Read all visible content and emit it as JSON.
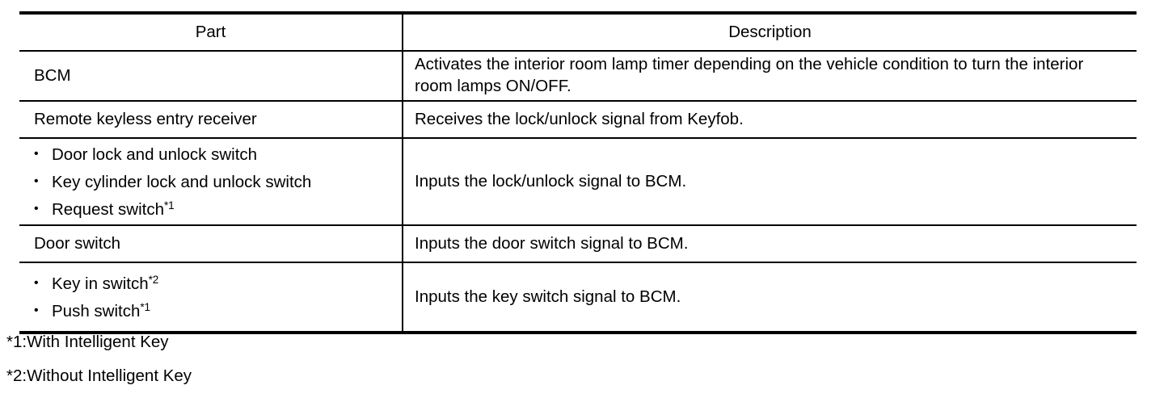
{
  "table": {
    "headers": {
      "part": "Part",
      "description": "Description"
    },
    "rows": [
      {
        "part": "BCM",
        "description": "Activates the interior room lamp timer depending on the vehicle condition to turn the interior room lamps ON/OFF."
      },
      {
        "part": "Remote keyless entry receiver",
        "description": "Receives the lock/unlock signal from Keyfob."
      },
      {
        "part_items": [
          {
            "text": "Door lock and unlock switch",
            "note": ""
          },
          {
            "text": "Key cylinder lock and unlock switch",
            "note": ""
          },
          {
            "text": "Request switch",
            "note": "*1"
          }
        ],
        "description": "Inputs the lock/unlock signal to BCM."
      },
      {
        "part": "Door switch",
        "description": "Inputs the door switch signal to BCM."
      },
      {
        "part_items": [
          {
            "text": "Key in switch",
            "note": "*2"
          },
          {
            "text": "Push switch",
            "note": "*1"
          }
        ],
        "description": "Inputs the key switch signal to BCM."
      }
    ]
  },
  "footnotes": [
    "*1:With Intelligent Key",
    "*2:Without Intelligent Key"
  ],
  "bullet_glyph": "•",
  "colors": {
    "text": "#000000",
    "rule": "#000000",
    "background": "#ffffff"
  }
}
